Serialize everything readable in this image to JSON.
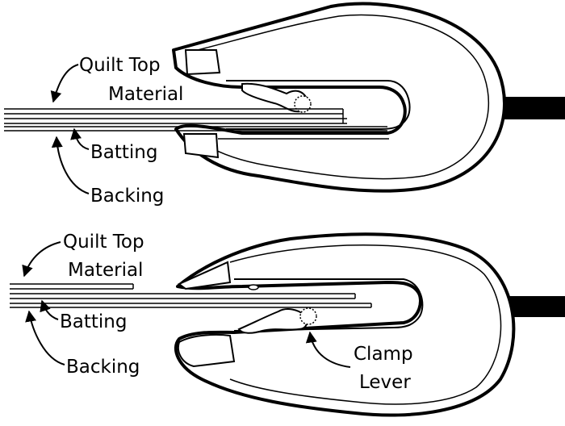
{
  "top_diagram": {
    "quilt_top_label_1": "Quilt Top",
    "quilt_top_label_2": "Material",
    "batting_label": "Batting",
    "backing_label": "Backing"
  },
  "bottom_diagram": {
    "quilt_top_label_1": "Quilt Top",
    "quilt_top_label_2": "Material",
    "batting_label": "Batting",
    "backing_label": "Backing",
    "clamp_label_1": "Clamp",
    "clamp_label_2": "Lever"
  },
  "colors": {
    "ink": "#000000",
    "paper": "#ffffff"
  }
}
